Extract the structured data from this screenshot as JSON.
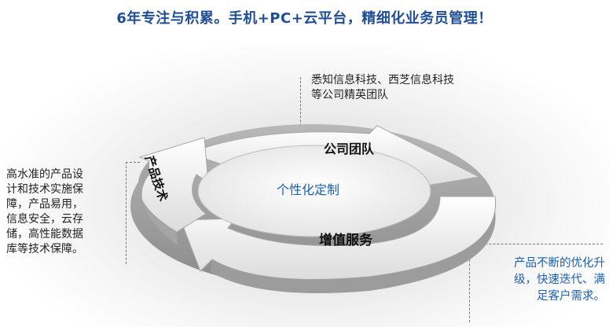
{
  "headline": "6年专注与积累。手机+PC+云平台，精细化业务员管理！",
  "notes": {
    "top": [
      "悉知信息科技、西芝信息科技",
      "等公司精英团队"
    ],
    "left": [
      "高水准的产品设",
      "计和技术实施保",
      "障，产品易用，",
      "信息安全，云存",
      "储，高性能数据",
      "库等技术保障。"
    ],
    "right": [
      "产品不断的优化升",
      "级，快速迭代、满",
      "足客户需求。"
    ]
  },
  "cycle": {
    "segments": {
      "team": "公司团队",
      "value": "增值服务",
      "tech": "产品技术"
    },
    "center": "个性化定制"
  },
  "colors": {
    "headline": "#1f4e96",
    "accent_text": "#1a5fb4",
    "ring_light": "#f2f2f2",
    "ring_dark": "#9a9a9a"
  }
}
